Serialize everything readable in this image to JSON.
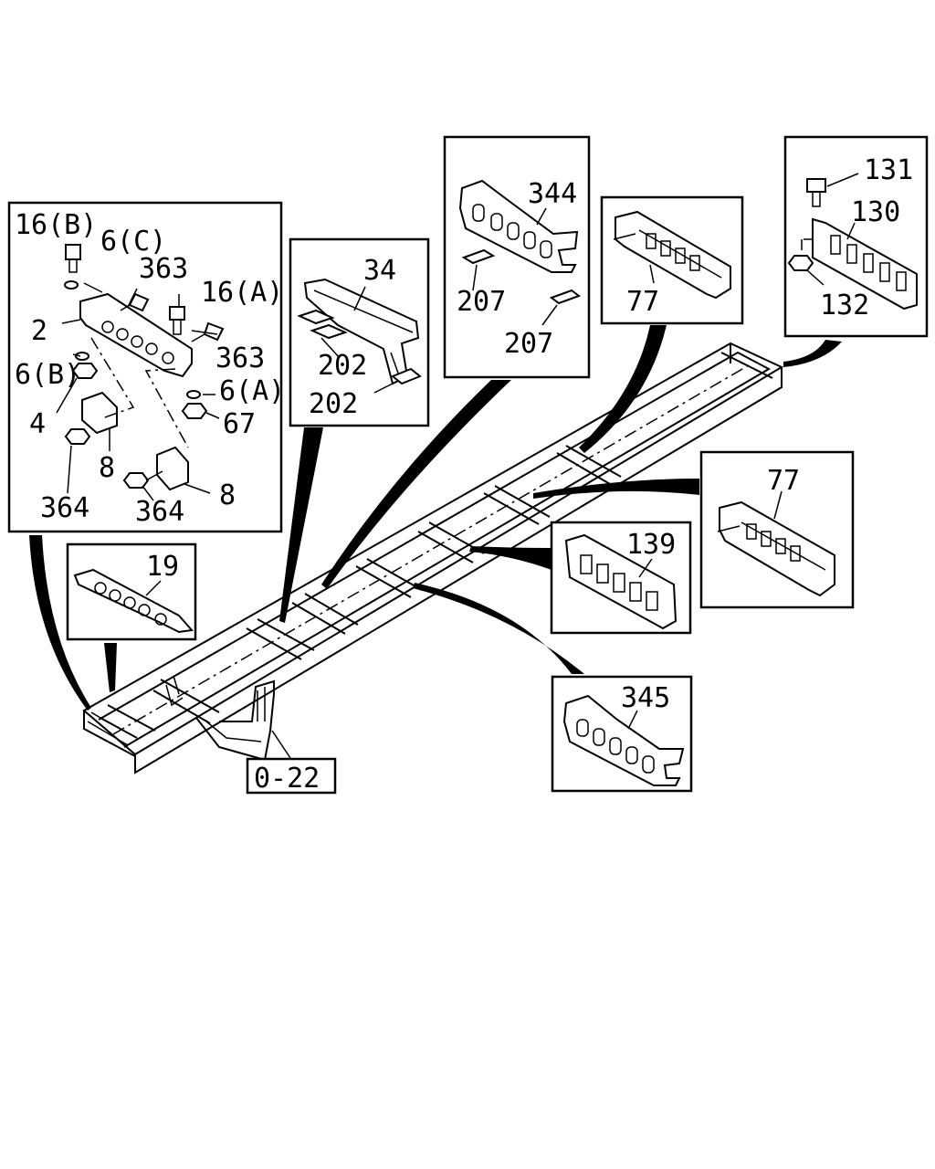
{
  "diagram": {
    "labels": {
      "box_left": {
        "l16b": "16(B)",
        "l6c": "6(C)",
        "l363a": "363",
        "l16a": "16(A)",
        "l2": "2",
        "l363b": "363",
        "l6b": "6(B)",
        "l6a": "6(A)",
        "l4": "4",
        "l67": "67",
        "l8a": "8",
        "l8b": "8",
        "l364a": "364",
        "l364b": "364"
      },
      "box_34": {
        "l34": "34",
        "l202a": "202",
        "l202b": "202"
      },
      "box_344": {
        "l344": "344",
        "l207a": "207",
        "l207b": "207"
      },
      "box_77_top": {
        "l77": "77"
      },
      "box_130": {
        "l131": "131",
        "l130": "130",
        "l132": "132"
      },
      "box_19": {
        "l19": "19"
      },
      "box_77_mid": {
        "l77": "77"
      },
      "box_139": {
        "l139": "139"
      },
      "box_345": {
        "l345": "345"
      },
      "ref_022": {
        "text": "0-22"
      }
    }
  }
}
